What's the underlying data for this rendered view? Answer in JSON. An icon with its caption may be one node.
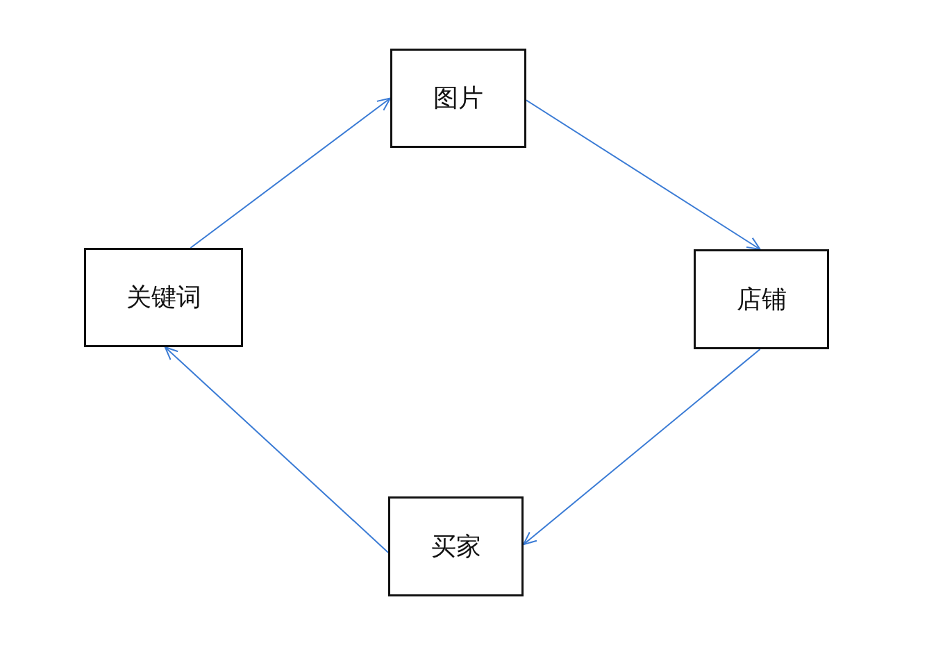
{
  "diagram": {
    "nodes": [
      {
        "text": [
          "图片"
        ]
      },
      {
        "text": [
          "关键词"
        ]
      },
      {
        "text": [
          "店铺"
        ]
      },
      {
        "text": [
          "买家"
        ]
      }
    ],
    "edges": [
      {
        "from": 1,
        "to": 0,
        "arrow": "to"
      },
      {
        "from": 0,
        "to": 2,
        "arrow": "to"
      },
      {
        "from": 2,
        "to": 3,
        "arrow": "to"
      },
      {
        "from": 3,
        "to": 1,
        "arrow": "to"
      }
    ]
  }
}
